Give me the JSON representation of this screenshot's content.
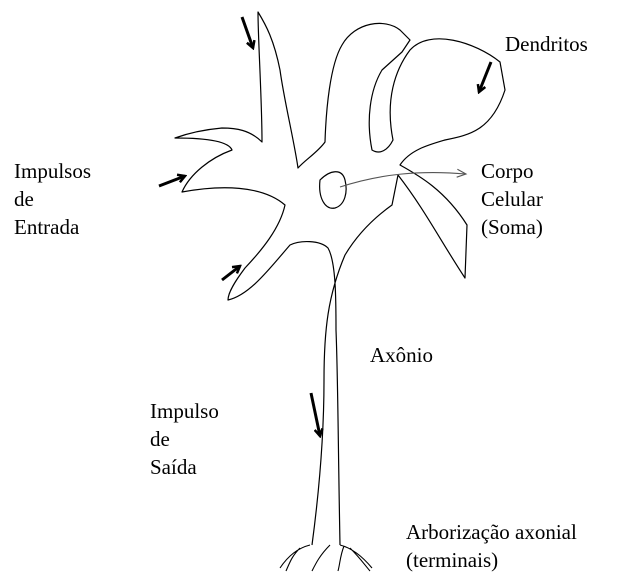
{
  "labels": {
    "dendritos": [
      "Dendritos"
    ],
    "impulsos_entrada": [
      "Impulsos",
      "de",
      "Entrada"
    ],
    "corpo_celular": [
      "Corpo",
      "Celular",
      "(Soma)"
    ],
    "axonio": [
      "Axônio"
    ],
    "impulso_saida": [
      "Impulso",
      "de",
      "Saída"
    ],
    "arborizacao": [
      "Arborização axonial",
      "(terminais)"
    ]
  },
  "colors": {
    "line": "#000000",
    "pointer": "#555555",
    "background": "#ffffff"
  }
}
